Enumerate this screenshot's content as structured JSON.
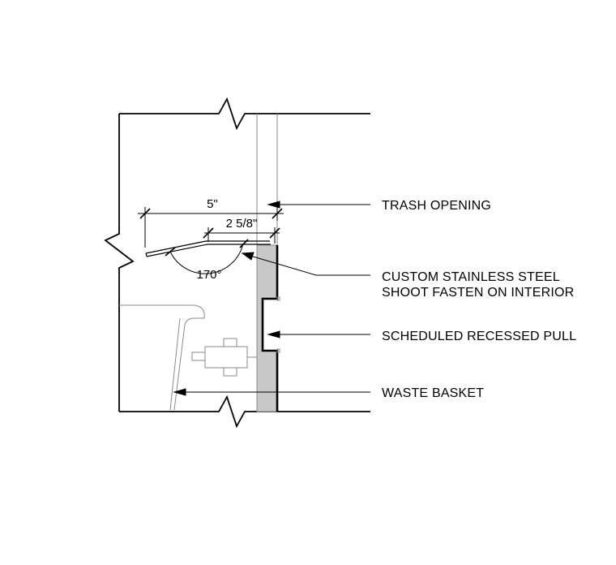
{
  "detail": {
    "dimensions": {
      "overall": "5\"",
      "chute_projection": "2 5/8\"",
      "angle": "170°"
    },
    "callouts": {
      "trash_opening": "TRASH OPENING",
      "chute_line1": "CUSTOM STAINLESS STEEL",
      "chute_line2": "SHOOT FASTEN ON INTERIOR",
      "recessed_pull": "SCHEDULED RECESSED PULL",
      "waste_basket": "WASTE BASKET"
    },
    "colors": {
      "line": "#000000",
      "light_line": "#8a8a8a",
      "door_fill": "#c8c8c8",
      "background": "#ffffff"
    }
  }
}
